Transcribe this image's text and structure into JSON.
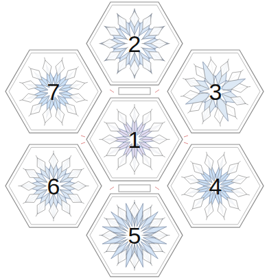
{
  "diagram": {
    "nodes": [
      {
        "text": [
          "2"
        ]
      },
      {
        "text": [
          "7"
        ]
      },
      {
        "text": [
          "3"
        ]
      },
      {
        "text": [
          "1"
        ]
      },
      {
        "text": [
          "6"
        ]
      },
      {
        "text": [
          "4"
        ]
      },
      {
        "text": [
          "5"
        ]
      }
    ]
  }
}
